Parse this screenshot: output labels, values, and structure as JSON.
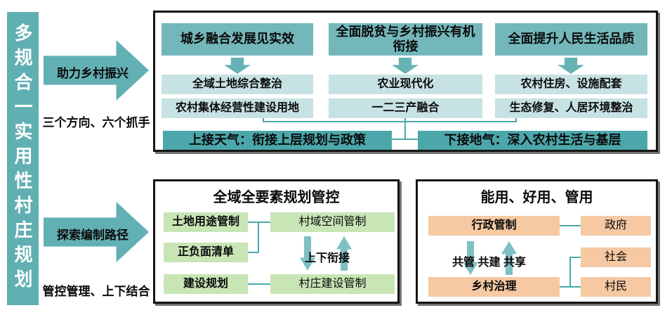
{
  "colors": {
    "teal_main": "#60AFB3",
    "teal_header": "#74B7BB",
    "teal_light": "#C7E2E3",
    "teal_dark": "#4CA7AB",
    "teal_small_arrow": "#7EC0C5",
    "green": "#C8E5B6",
    "orange": "#F6C9A3",
    "line": "#4CA7AB",
    "border": "#151515"
  },
  "sidebar": {
    "title": "多规合一实用性村庄规划"
  },
  "flows": [
    {
      "arrow_label": "助力乡村振兴",
      "caption": "三个方向、六个抓手"
    },
    {
      "arrow_label": "探索编制路径",
      "caption": "管控管理、上下结合"
    }
  ],
  "top_panel": {
    "columns": [
      {
        "header": "城乡融合发展见实效",
        "items": [
          "全域土地综合整治",
          "农村集体经营性建设用地"
        ]
      },
      {
        "header": "全面脱贫与乡村振兴有机衔接",
        "items": [
          "农业现代化",
          "一二三产融合"
        ]
      },
      {
        "header": "全面提升人民生活品质",
        "items": [
          "农村住房、设施配套",
          "生态修复、人居环境整治"
        ]
      }
    ],
    "bands": [
      "上接天气：衔接上层规划与政策",
      "下接地气：深入农村生活与基层"
    ]
  },
  "bottom_left_panel": {
    "title": "全域全要素规划管控",
    "left_items": [
      "土地用途管制",
      "正负面清单",
      "建设规划"
    ],
    "right_items": [
      "村域空间管制",
      "村庄建设管制"
    ],
    "exchange_label": "上下衔接"
  },
  "bottom_right_panel": {
    "title": "能用、好用、管用",
    "left_items": [
      "行政管制",
      "乡村治理"
    ],
    "right_items": [
      "政府",
      "社会",
      "村民"
    ],
    "exchange_label": "共管 共建 共享"
  }
}
